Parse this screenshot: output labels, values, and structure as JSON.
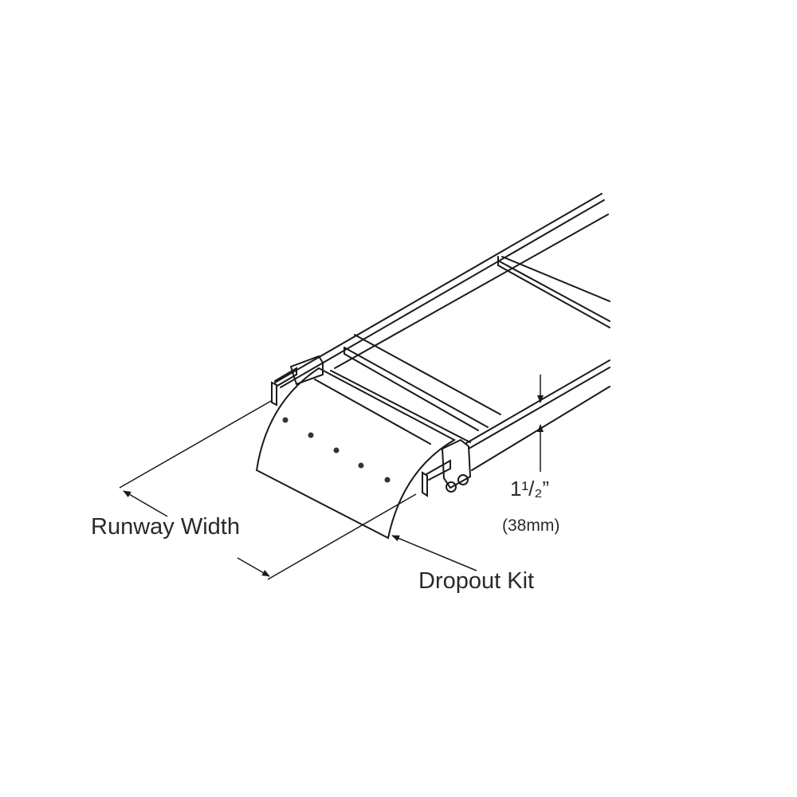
{
  "labels": {
    "runway_width": "Runway Width",
    "dropout_kit": "Dropout Kit",
    "rail_height_in": "1¹/₂”",
    "rail_height_mm": "(38mm)"
  },
  "colors": {
    "line": "#1a1a1a",
    "plate_fill": "#d4d4d4",
    "bracket_fill": "#e6e6e6"
  }
}
